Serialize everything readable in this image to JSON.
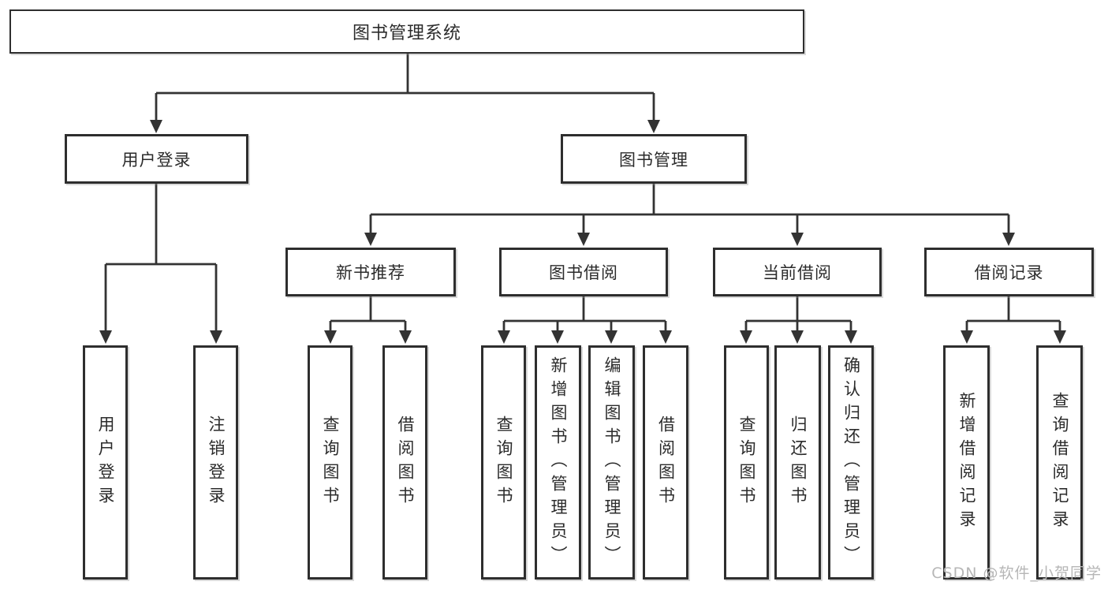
{
  "diagram": {
    "root": {
      "label": "图书管理系统"
    },
    "branches": [
      {
        "label": "用户登录",
        "children": [
          {
            "label": "用户登录"
          },
          {
            "label": "注销登录"
          }
        ]
      },
      {
        "label": "图书管理",
        "children": [
          {
            "label": "新书推荐",
            "children": [
              {
                "label": "查询图书"
              },
              {
                "label": "借阅图书"
              }
            ]
          },
          {
            "label": "图书借阅",
            "children": [
              {
                "label": "查询图书"
              },
              {
                "label": "新增图书（管理员）"
              },
              {
                "label": "编辑图书（管理员）"
              },
              {
                "label": "借阅图书"
              }
            ]
          },
          {
            "label": "当前借阅",
            "children": [
              {
                "label": "查询图书"
              },
              {
                "label": "归还图书"
              },
              {
                "label": "确认归还（管理员）"
              }
            ]
          },
          {
            "label": "借阅记录",
            "children": [
              {
                "label": "新增借阅记录"
              },
              {
                "label": "查询借阅记录"
              }
            ]
          }
        ]
      }
    ]
  },
  "watermark": {
    "text": "CSDN @软件_小贺同学"
  },
  "colors": {
    "line": "#333333",
    "border": "#2e2e2e",
    "text": "#2b2b2b",
    "watermark": "#b6b6b6",
    "background": "#ffffff"
  }
}
